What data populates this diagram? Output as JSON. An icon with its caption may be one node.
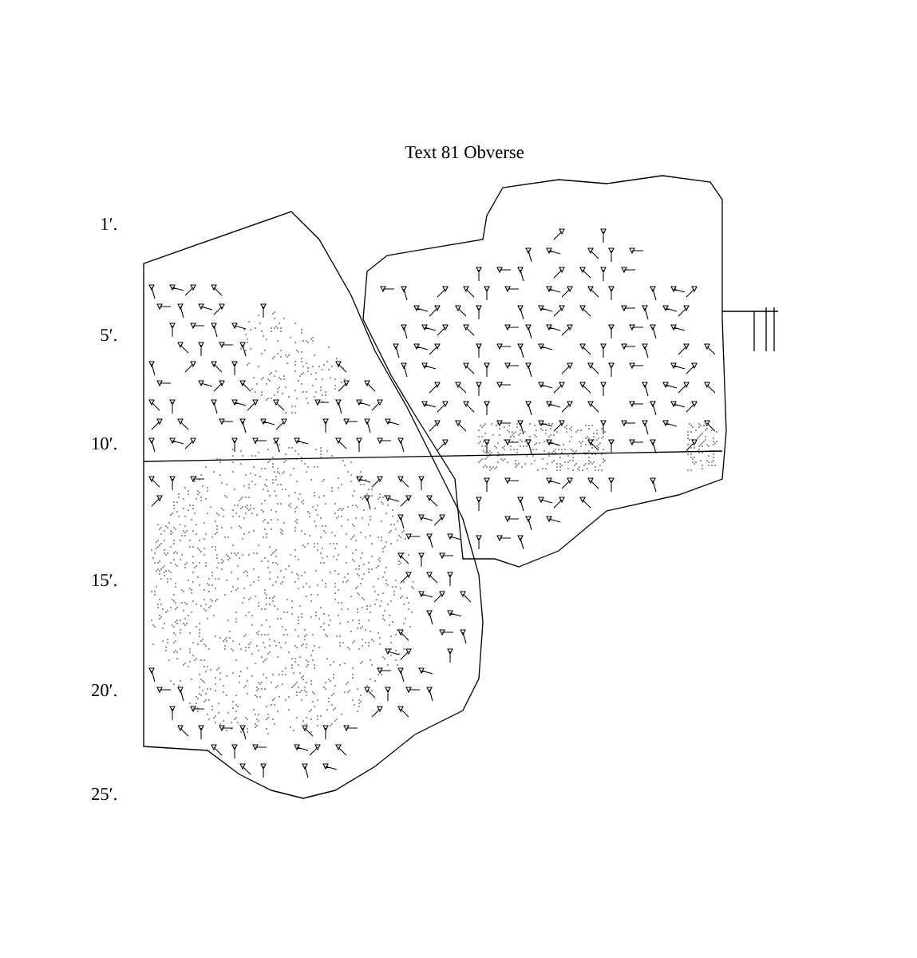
{
  "diagram": {
    "title": "Text 81 Obverse",
    "labels": [
      "1′.",
      "5′.",
      "10′.",
      "15′.",
      "20′.",
      "25′."
    ]
  }
}
